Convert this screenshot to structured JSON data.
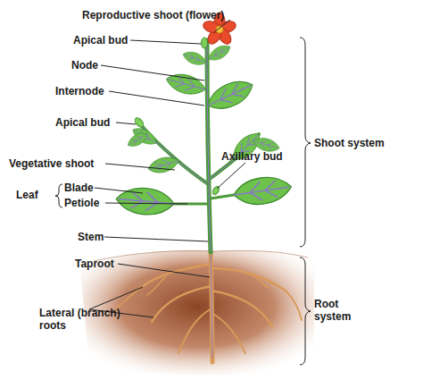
{
  "diagram": {
    "labels": [
      "Reproductive shoot (flower)",
      "Apical bud",
      "Node",
      "Internode",
      "Apical bud",
      "Vegetative shoot",
      "Leaf",
      "Blade",
      "Petiole",
      "Axillary bud",
      "Stem",
      "Taproot",
      "Lateral (branch) roots",
      "Shoot system",
      "Root system"
    ]
  }
}
